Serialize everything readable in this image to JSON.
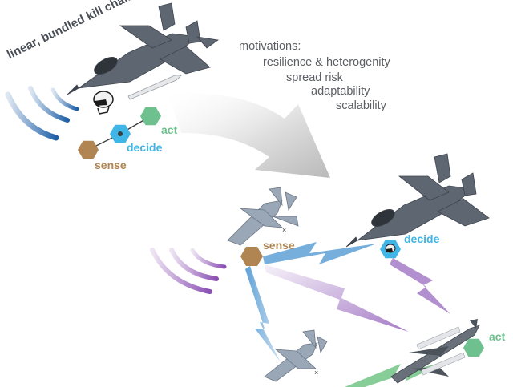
{
  "kill_chain_label": "linear, bundled kill chain",
  "motivations": {
    "title": "motivations:",
    "items": [
      "resilience & heterogenity",
      "spread risk",
      "adaptability",
      "scalability"
    ]
  },
  "top_cluster": {
    "sense": "sense",
    "decide": "decide",
    "act": "act"
  },
  "bottom_cluster": {
    "sense": "sense",
    "decide": "decide",
    "act": "act"
  },
  "colors": {
    "sense": "#b08552",
    "decide": "#3fb6e6",
    "act": "#6ec08e",
    "purple_link": "#a57bc6",
    "blue_link": "#5ea0d6",
    "green_link": "#7ac88c",
    "aircraft": "#5e6672",
    "drone": "#9aa7b7",
    "arrow": "#d8d8d8"
  }
}
